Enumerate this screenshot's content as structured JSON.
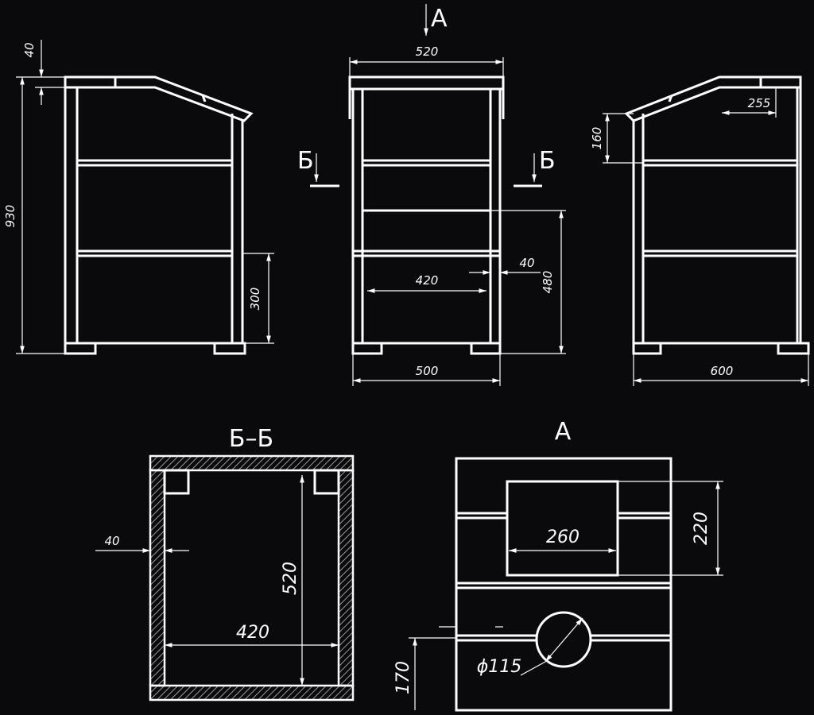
{
  "labels": {
    "view_a": "A",
    "section_b": "Б",
    "section_bb": "Б–Б",
    "detail_a": "A"
  },
  "dims": {
    "d40_top": "40",
    "d930": "930",
    "d300": "300",
    "d520_top": "520",
    "d420_front": "420",
    "d40_front": "40",
    "d480": "480",
    "d500": "500",
    "d255": "255",
    "d160": "160",
    "d600": "600",
    "d40_section": "40",
    "d520_section": "520",
    "d420_section": "420",
    "d260": "260",
    "d220": "220",
    "d115": "ϕ115",
    "d170": "170"
  }
}
